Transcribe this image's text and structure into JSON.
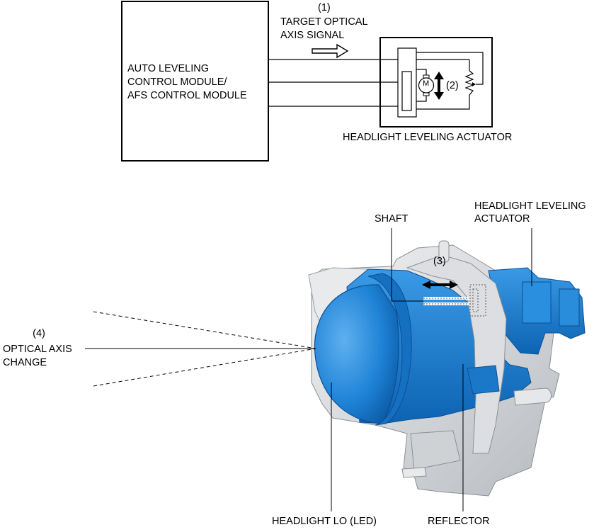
{
  "control_module": {
    "line1": "AUTO LEVELING",
    "line2": "CONTROL MODULE/",
    "line3": "AFS CONTROL MODULE"
  },
  "signal": {
    "number": "(1)",
    "line1": "TARGET OPTICAL",
    "line2": "AXIS SIGNAL"
  },
  "actuator_box": {
    "motor_symbol": "M",
    "number": "(2)",
    "caption": "HEADLIGHT LEVELING ACTUATOR"
  },
  "photo": {
    "shaft_label": "SHAFT",
    "actuator_label_line1": "HEADLIGHT LEVELING",
    "actuator_label_line2": "ACTUATOR",
    "motion_number": "(3)",
    "axis_number": "(4)",
    "axis_line1": "OPTICAL AXIS",
    "axis_line2": "CHANGE",
    "headlight_label": "HEADLIGHT LO (LED)",
    "reflector_label": "REFLECTOR"
  },
  "colors": {
    "part_blue": "#1f83d6",
    "part_blue_dark": "#0b5aa6",
    "housing_gray": "#d7d9dc",
    "housing_gray_dark": "#a9adb2"
  }
}
